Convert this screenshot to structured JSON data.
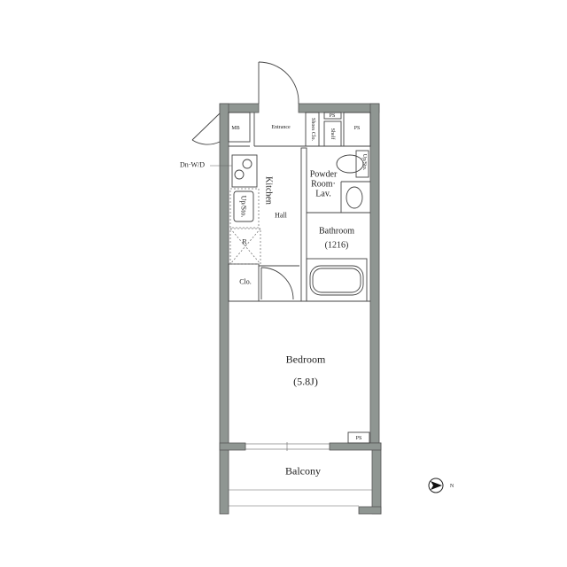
{
  "floor_plan": {
    "rooms": {
      "mb": "MB",
      "entrance": "Entrance",
      "shoes_closet": "Shoes Clo.",
      "ps_small": "PS",
      "shelf": "Shelf",
      "ps_top": "PS",
      "washer_dryer": "Dn·W/D",
      "kitchen": "Kitchen",
      "hall": "Hall",
      "up_storage_kitchen": "Up/Sto.",
      "refrigerator": "R",
      "closet": "Clo.",
      "powder_room": [
        "Powder",
        "Room·",
        "Lav."
      ],
      "up_storage_powder": "Up/Sto.",
      "bathroom": "Bathroom",
      "bathroom_size": "(1216)",
      "bedroom": "Bedroom",
      "bedroom_size": "(5.8J)",
      "ps_bedroom": "PS",
      "balcony": "Balcony"
    },
    "compass": {
      "label": "N"
    },
    "colors": {
      "wall": "#8f9692",
      "line": "#444444"
    }
  }
}
